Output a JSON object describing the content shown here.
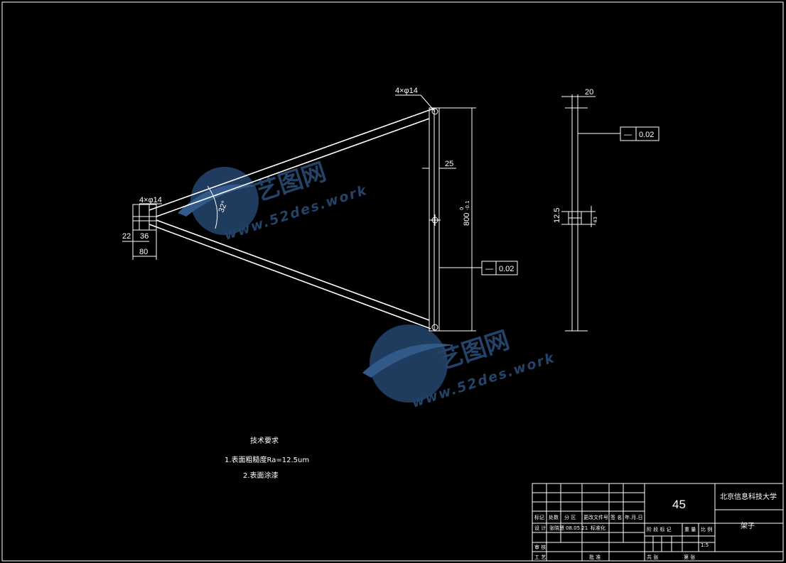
{
  "front_view": {
    "hole_callout_right": "4×φ14",
    "hole_callout_left": "4×φ14",
    "dim_25": "25",
    "dim_800": "800",
    "dim_800_tol_upper": "0",
    "dim_800_tol_lower": "-0.1",
    "dim_22": "22",
    "dim_36": "36",
    "dim_80": "80",
    "angle_label": "32°",
    "flatness_symbol": "—",
    "flatness_value": "0.02"
  },
  "side_view": {
    "dim_20": "20",
    "dim_12_5": "12.5",
    "dim_43": "43",
    "flatness_symbol": "—",
    "flatness_value": "0.02"
  },
  "tech_notes": {
    "title": "技术要求",
    "item1": "1.表面粗糙度Ra=12.5um",
    "item2": "2.表面涂漆"
  },
  "title_block": {
    "material": "45",
    "school": "北京信息科技大学",
    "part_name": "架子",
    "scale": "1:5",
    "row_headers": [
      "标记",
      "处数",
      "分 区",
      "更改文件号",
      "签 名",
      "年.月.日"
    ],
    "design_label": "设 计",
    "designer": "张晓慧",
    "date": "08.05.21",
    "standardization": "标准化",
    "review_label": "审 核",
    "process_label": "工 艺",
    "approve_label": "批 准",
    "stage_headers": [
      "阶 段 标 记",
      "重 量",
      "比 例"
    ],
    "sheets_total": "共   张",
    "sheet_no": "第   张"
  },
  "watermark": {
    "cn_text": "艺图网",
    "en_text": "www.52des.work"
  },
  "colors": {
    "background": "#000000",
    "line": "#ffffff",
    "watermark": "#2b4f7c"
  }
}
